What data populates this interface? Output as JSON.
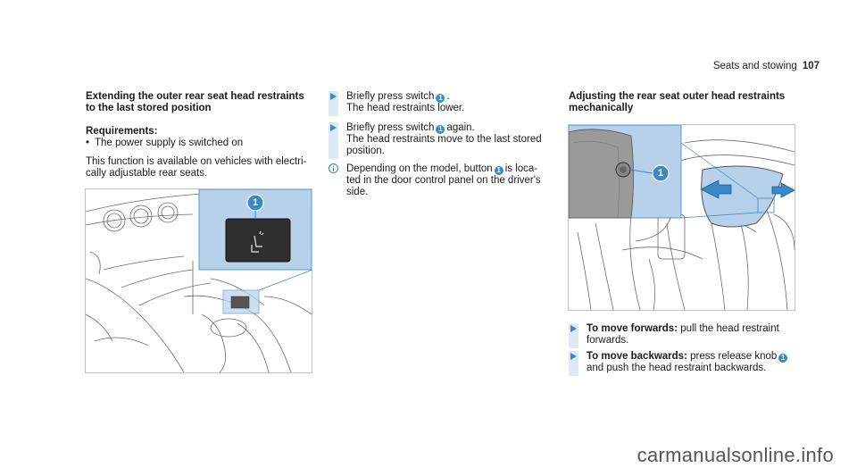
{
  "header": {
    "section": "Seats and stowing",
    "page_number": "107"
  },
  "left": {
    "heading_line1": "Extending the outer rear seat head restraints",
    "heading_line2": "to the last stored position",
    "requirements_title": "Requirements:",
    "requirement_1": "The power supply is switched on",
    "body_line1": "This function is available on vehicles with electri-",
    "body_line2": "cally adjustable rear seats.",
    "callout": "1"
  },
  "middle": {
    "step1_pre": "Briefly press switch",
    "step1_post": ".",
    "step1_line2": "The head restraints lower.",
    "step2_pre": "Briefly press switch",
    "step2_post": "again.",
    "step2_line2": "The head restraints move to the last stored",
    "step2_line3": "position.",
    "info_pre": "Depending on the model, button",
    "info_post": "is loca-",
    "info_line2": "ted in the door control panel on the driver's",
    "info_line3": "side.",
    "badge": "1"
  },
  "right": {
    "heading_line1": "Adjusting the rear seat outer head restraints",
    "heading_line2": "mechanically",
    "callout": "1",
    "fwd_label": "To move forwards:",
    "fwd_text": "pull the head restraint",
    "fwd_line2": "forwards.",
    "back_label": "To move backwards:",
    "back_text": "press release knob",
    "back_line2": "and push the head restraint backwards.",
    "badge": "1"
  },
  "watermark": "carmanualsonline.info",
  "colors": {
    "accent": "#3a88c7",
    "callout_bg": "#b8d1ea",
    "step_bar": "#dde9f5"
  }
}
